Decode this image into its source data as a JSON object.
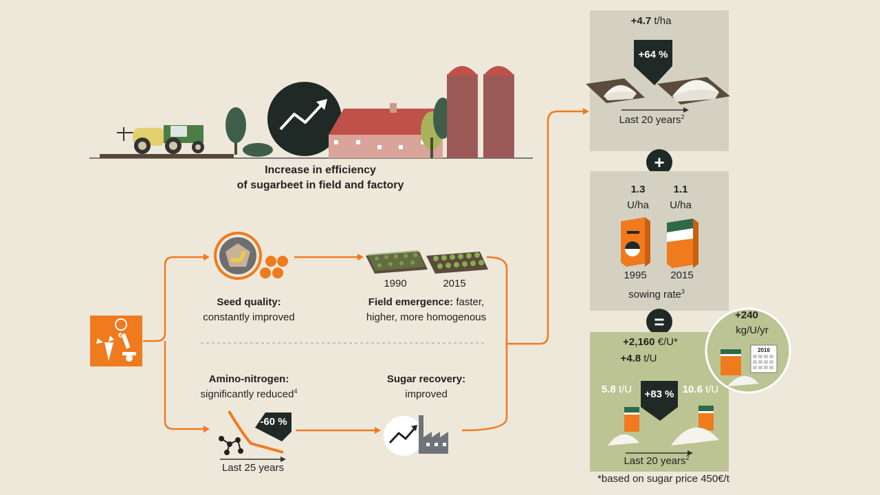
{
  "hero": {
    "line1": "Increase in efficiency",
    "line2": "of sugarbeet in field and factory"
  },
  "seed": {
    "title": "Seed quality:",
    "sub": "constantly improved"
  },
  "field": {
    "year1": "1990",
    "year2": "2015",
    "title": "Field emergence:",
    "title_rest": " faster,",
    "sub": "higher, more homogenous"
  },
  "amino": {
    "title": "Amino-nitrogen:",
    "sub": "significantly reduced",
    "sub_sup": "4",
    "pct": "-60 %",
    "period": "Last 25 years"
  },
  "recovery": {
    "title": "Sugar recovery:",
    "sub": "improved"
  },
  "yield_box": {
    "value": "+4.7",
    "unit": " t/ha",
    "pct": "+64 %",
    "period": "Last 20 years",
    "sup": "2"
  },
  "plus": "+",
  "equals": "=",
  "sowing": {
    "v1995": "1.3",
    "v2015": "1.1",
    "unit1": "U/ha",
    "unit2": "U/ha",
    "y1": "1995",
    "y2": "2015",
    "label": "sowing rate",
    "sup": "3"
  },
  "result": {
    "money": "+2,160",
    "money_unit": " €/U*",
    "tu": "+4.8",
    "tu_unit": " t/U",
    "left_val": "5.8",
    "left_unit": " t/U",
    "right_val": "10.6",
    "right_unit": " t/U",
    "pct": "+83 %",
    "period": "Last 20 years",
    "sup": "2"
  },
  "circle": {
    "value": "+240",
    "unit": "kg/U/yr",
    "year": "2016"
  },
  "footnote": "*based on sugar price 450€/t",
  "colors": {
    "orange": "#F07A1E",
    "bg": "#EDE8DA",
    "gray_panel": "#D5D1C2",
    "green_panel": "#BDC494",
    "dark": "#1F2A26",
    "barn": "#C0504A",
    "silo": "#9B5A57"
  }
}
